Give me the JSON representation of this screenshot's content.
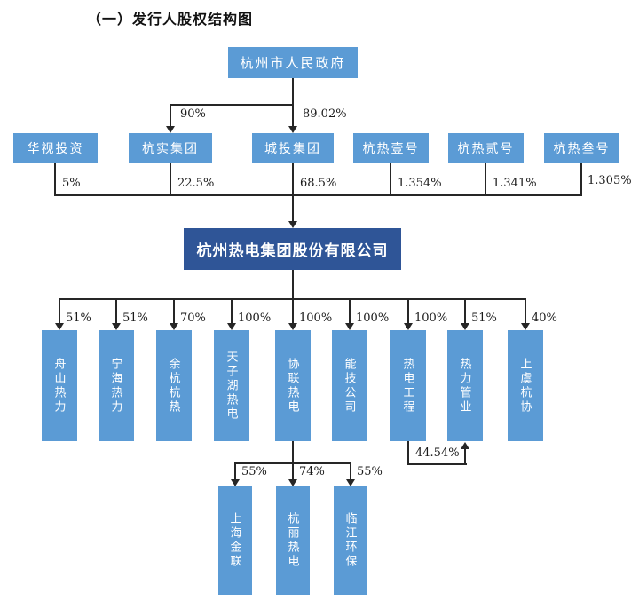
{
  "title": "（一）发行人股权结构图",
  "colors": {
    "box_blue": "#5B9BD5",
    "box_dark_blue": "#2F5597",
    "line": "#262626",
    "background": "#ffffff"
  },
  "root": {
    "label": "杭州市人民政府"
  },
  "root_edges": [
    {
      "target": "杭实集团",
      "pct": "90%"
    },
    {
      "target": "城投集团",
      "pct": "89.02%"
    }
  ],
  "shareholders": {
    "nodes": [
      {
        "label": "华视投资",
        "pct": "5%"
      },
      {
        "label": "杭实集团",
        "pct": "22.5%"
      },
      {
        "label": "城投集团",
        "pct": "68.5%"
      },
      {
        "label": "杭热壹号",
        "pct": "1.354%"
      },
      {
        "label": "杭热贰号",
        "pct": "1.341%"
      },
      {
        "label": "杭热叁号",
        "pct": "1.305%"
      }
    ]
  },
  "company": {
    "label": "杭州热电集团股份有限公司"
  },
  "subsidiaries": {
    "nodes": [
      {
        "label": "舟山热力",
        "pct": "51%"
      },
      {
        "label": "宁海热力",
        "pct": "51%"
      },
      {
        "label": "余杭杭热",
        "pct": "70%"
      },
      {
        "label": "天子湖热电",
        "pct": "100%"
      },
      {
        "label": "协联热电",
        "pct": "100%"
      },
      {
        "label": "能技公司",
        "pct": "100%"
      },
      {
        "label": "热电工程",
        "pct": "100%"
      },
      {
        "label": "热力管业",
        "pct": "51%"
      },
      {
        "label": "上虞杭协",
        "pct": "40%"
      }
    ]
  },
  "cross_holding": {
    "from": "热电工程",
    "to": "热力管业",
    "pct": "44.54%"
  },
  "sub_subsidiaries": {
    "parent": "协联热电",
    "nodes": [
      {
        "label": "上海金联",
        "pct": "55%"
      },
      {
        "label": "杭丽热电",
        "pct": "74%"
      },
      {
        "label": "临江环保",
        "pct": "55%"
      }
    ]
  }
}
